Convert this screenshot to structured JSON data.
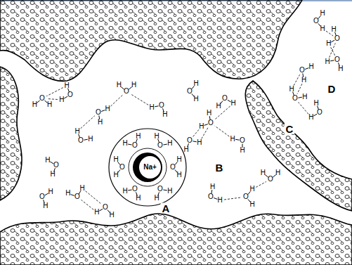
{
  "diagram": {
    "nodes": [
      {
        "text": [
          "Na+"
        ]
      }
    ],
    "labels": [
      "A",
      "B",
      "C",
      "D",
      "H",
      "O",
      "H",
      "H",
      "O",
      "H",
      "H",
      "O",
      "H",
      "H",
      "O",
      "H",
      "H",
      "O",
      "H",
      "H",
      "O",
      "H",
      "H",
      "O",
      "H",
      "H",
      "O",
      "H",
      "H",
      "O",
      "H",
      "H",
      "O",
      "H",
      "H",
      "O",
      "H",
      "H",
      "O",
      "H",
      "H",
      "O",
      "H",
      "H",
      "O",
      "H",
      "H",
      "O",
      "H",
      "H",
      "O",
      "H",
      "H",
      "O",
      "H",
      "H",
      "O",
      "H",
      "H",
      "O",
      "H",
      "H",
      "O",
      "H",
      "H",
      "O",
      "H",
      "H",
      "O",
      "H",
      "H",
      "O",
      "H",
      "H",
      "O",
      "H",
      "H",
      "O",
      "H",
      "H",
      "O",
      "H",
      "H",
      "O",
      "H",
      "H",
      "O",
      "H",
      "H",
      "O",
      "H",
      "H",
      "O",
      "H"
    ]
  }
}
